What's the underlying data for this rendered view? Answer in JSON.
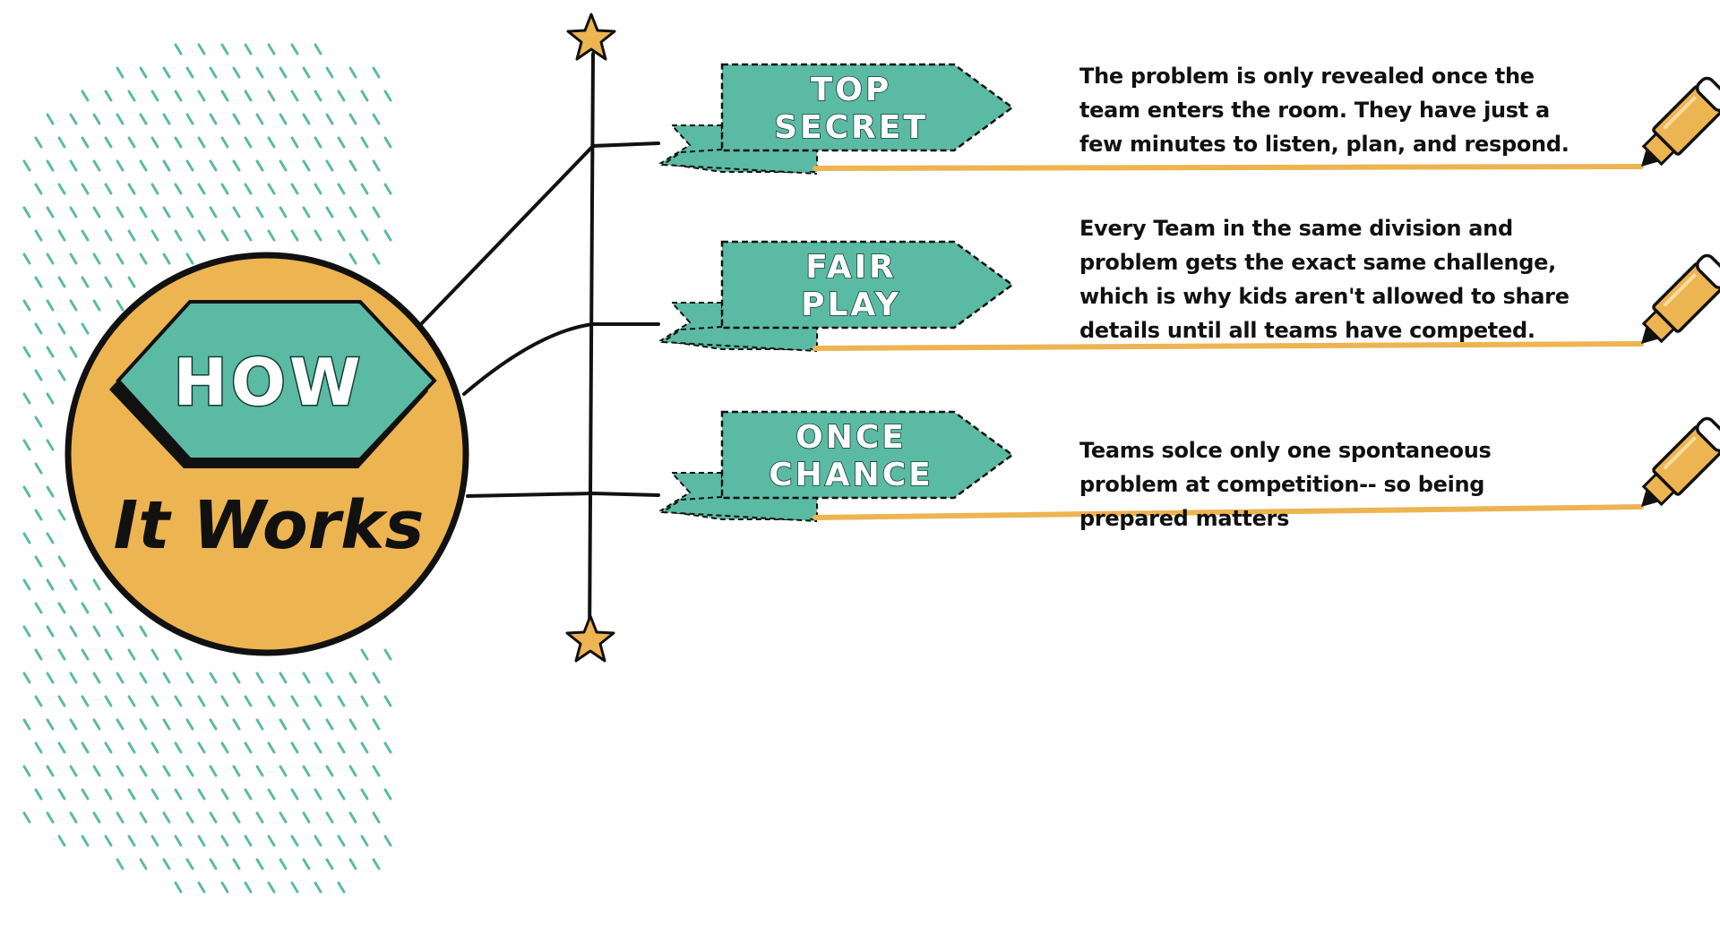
{
  "colors": {
    "teal": "#5bbaa4",
    "orange": "#edb452",
    "ink": "#111111"
  },
  "center": {
    "hex_label": "HOW",
    "subtitle": "It Works"
  },
  "items": [
    {
      "banner_lines": [
        "TOP",
        "SECRET"
      ],
      "description": "The problem is only revealed once the team enters the room. They have just a few minutes to listen, plan, and respond."
    },
    {
      "banner_lines": [
        "FAIR",
        "PLAY"
      ],
      "description": "Every Team in the same division and problem gets the exact same challenge, which is why kids aren't allowed to share details until all teams have competed."
    },
    {
      "banner_lines": [
        "ONCE",
        "CHANCE"
      ],
      "description": "Teams solce only one spontaneous problem at competition-- so being prepared matters"
    }
  ],
  "icons": [
    "star-icon",
    "highlighter-icon"
  ]
}
